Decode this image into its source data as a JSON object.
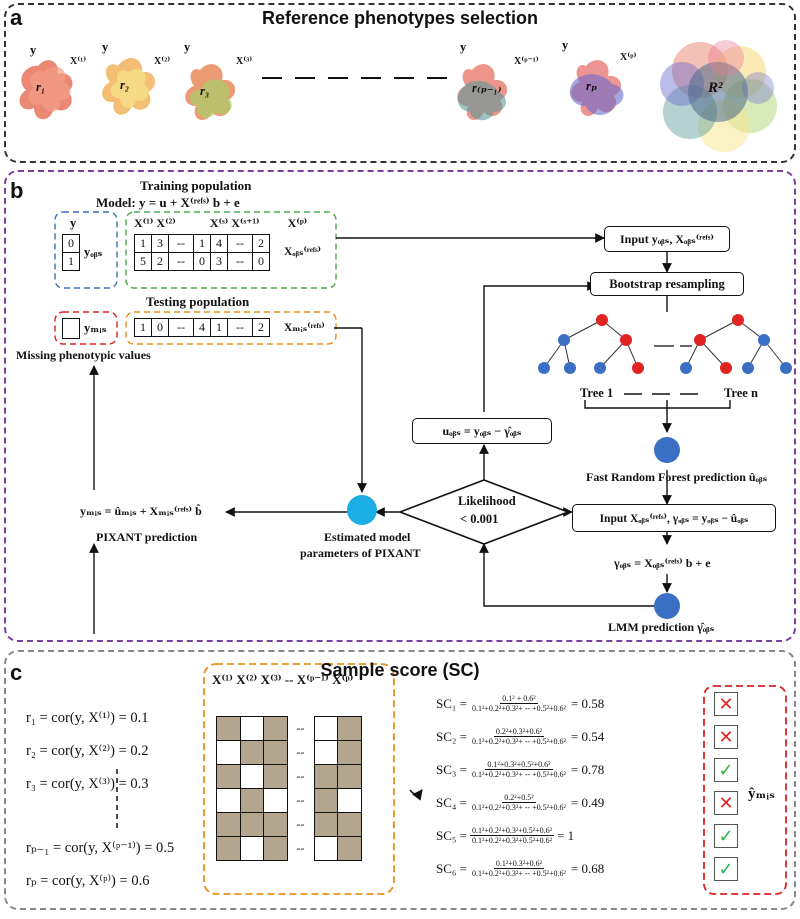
{
  "panel_a": {
    "label": "a",
    "title": "Reference phenotypes selection",
    "y_label": "y",
    "shapes": [
      {
        "r": "r₁",
        "x": "X⁽¹⁾"
      },
      {
        "r": "r₂",
        "x": "X⁽²⁾"
      },
      {
        "r": "r₃",
        "x": "X⁽³⁾"
      },
      {
        "r": "r₍ₚ₋₁₎",
        "x": "X⁽ᵖ⁻¹⁾"
      },
      {
        "r": "rₚ",
        "x": "X⁽ᵖ⁾"
      }
    ],
    "r2_label": "R²"
  },
  "panel_b": {
    "label": "b",
    "training_title": "Training population",
    "model": "Model: y = u + X⁽ʳᵉᶠˢ⁾ b + e",
    "y_header": "y",
    "y_values": [
      "0",
      "1"
    ],
    "y_obs": "yₒᵦₛ",
    "x_headers": [
      "X⁽¹⁾",
      "X⁽²⁾",
      "",
      "X⁽ˢ⁾",
      "X⁽ˢ⁺¹⁾",
      "",
      "X⁽ᵖ⁾"
    ],
    "x_row1": [
      "1",
      "3",
      "--",
      "1",
      "4",
      "--",
      "2"
    ],
    "x_row2": [
      "5",
      "2",
      "--",
      "0",
      "3",
      "--",
      "0"
    ],
    "x_obs_refs": "Xₒᵦₛ⁽ʳᵉᶠˢ⁾",
    "testing_title": "Testing population",
    "y_mis": "yₘᵢₛ",
    "x_mis_row": [
      "1",
      "0",
      "--",
      "4",
      "1",
      "--",
      "2"
    ],
    "x_mis_refs": "Xₘᵢₛ⁽ʳᵉᶠˢ⁾",
    "missing_label": "Missing phenotypic values",
    "pred_formula": "yₘᵢₛ = ûₘᵢₛ + Xₘᵢₛ⁽ʳᵉᶠˢ⁾ b̂",
    "pixant_pred": "PIXANT prediction",
    "estimated": "Estimated model",
    "estimated2": "parameters of PIXANT",
    "likelihood": "Likelihood",
    "likelihood2": "< 0.001",
    "u_obs": "uₒᵦₛ = yₒᵦₛ − γ̂ₒᵦₛ",
    "input1": "Input yₒᵦₛ, Xₒᵦₛ⁽ʳᵉᶠˢ⁾",
    "bootstrap": "Bootstrap resampling",
    "tree1": "Tree 1",
    "treen": "Tree n",
    "frf_pred": "Fast Random Forest prediction ûₒᵦₛ",
    "input2": "Input Xₒᵦₛ⁽ʳᵉᶠˢ⁾, γₒᵦₛ = yₒᵦₛ − ûₒᵦₛ",
    "gamma_eq": "γₒᵦₛ = Xₒᵦₛ⁽ʳᵉᶠˢ⁾ b + e",
    "lmm_pred": "LMM prediction γ̂ₒᵦₛ",
    "colors": {
      "blue_dot": "#3a6fc4",
      "red_dot": "#e02424",
      "cyan_dot": "#1aaee5"
    }
  },
  "panel_c": {
    "label": "c",
    "title": "Sample score (SC)",
    "r_equations": [
      "r₁ = cor(y, X⁽¹⁾) = 0.1",
      "r₂ = cor(y, X⁽²⁾) = 0.2",
      "r₃ = cor(y, X⁽³⁾) = 0.3",
      "rₚ₋₁ = cor(y, X⁽ᵖ⁻¹⁾) = 0.5",
      "rₚ = cor(y, X⁽ᵖ⁾) = 0.6"
    ],
    "matrix_headers": [
      "X⁽¹⁾",
      "X⁽²⁾",
      "X⁽³⁾",
      "--",
      "X⁽ᵖ⁻¹⁾",
      "X⁽ᵖ⁾"
    ],
    "matrix": [
      [
        1,
        0,
        1,
        "--",
        0,
        1
      ],
      [
        0,
        1,
        1,
        "--",
        0,
        1
      ],
      [
        1,
        0,
        1,
        "--",
        1,
        1
      ],
      [
        0,
        1,
        0,
        "--",
        1,
        0
      ],
      [
        1,
        1,
        1,
        "--",
        1,
        1
      ],
      [
        1,
        0,
        1,
        "--",
        0,
        1
      ]
    ],
    "scores": [
      {
        "name": "SC₁",
        "num": "0.1² + 0.6²",
        "den": "0.1²+0.2²+0.3²+ -- +0.5²+0.6²",
        "value": "= 0.58",
        "ok": false
      },
      {
        "name": "SC₂",
        "num": "0.2²+0.3²+0.6²",
        "den": "0.1²+0.2²+0.3²+ -- +0.5²+0.6²",
        "value": "= 0.54",
        "ok": false
      },
      {
        "name": "SC₃",
        "num": "0.1²+0.3²+0.5²+0.6²",
        "den": "0.1²+0.2²+0.3²+ -- +0.5²+0.6²",
        "value": "= 0.78",
        "ok": true
      },
      {
        "name": "SC₄",
        "num": "0.2²+0.5²",
        "den": "0.1²+0.2²+0.3²+ -- +0.5²+0.6²",
        "value": "= 0.49",
        "ok": false
      },
      {
        "name": "SC₅",
        "num": "0.1²+0.2²+0.3²+0.5²+0.6²",
        "den": "0.1²+0.2²+0.3²+0.5²+0.6²",
        "value": "= 1",
        "ok": true
      },
      {
        "name": "SC₆",
        "num": "0.1²+0.3²+0.6²",
        "den": "0.1²+0.2²+0.3²+ -- +0.5²+0.6²",
        "value": "= 0.68",
        "ok": true
      }
    ],
    "y_hat_mis": "ŷₘᵢₛ",
    "colors": {
      "fill": "#b3a68e",
      "check": "#2bb34a",
      "cross": "#e02424"
    }
  }
}
